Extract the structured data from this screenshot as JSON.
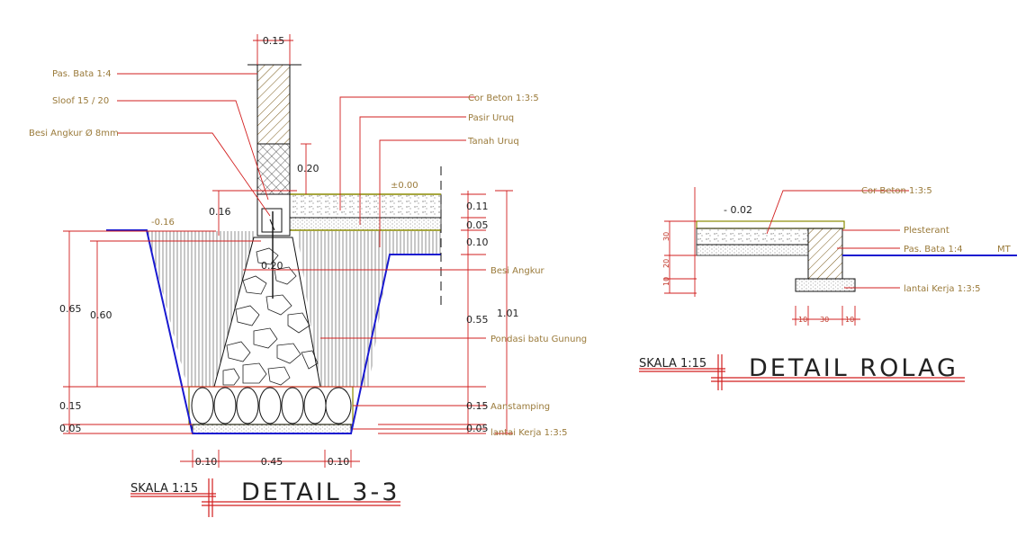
{
  "detail_33": {
    "title": "DETAIL  3-3",
    "scale": "SKALA 1:15",
    "labels": {
      "pas_bata": "Pas. Bata 1:4",
      "sloof": "Sloof 15 / 20",
      "besi_angkur_top": "Besi Angkur Ø 8mm",
      "cor_beton": "Cor Beton 1:3:5",
      "pasir_uruq": "Pasir Uruq",
      "tanah_uruq": "Tanah Uruq",
      "besi_angkur": "Besi Angkur",
      "pondasi": "Pondasi batu Gunung",
      "aanstamping": "Aanstamping",
      "lantai_kerja": "lantai Kerja 1:3:5"
    },
    "levels": {
      "zero": "±0.00",
      "minus": "-0.16"
    },
    "dims": {
      "top_width": "0.15",
      "h020": "0.20",
      "h016": "0.16",
      "w020": "0.20",
      "h065": "0.65",
      "h060": "0.60",
      "l015": "0.15",
      "l005": "0.05",
      "r011": "0.11",
      "r005a": "0.05",
      "r010": "0.10",
      "r055": "0.55",
      "r101": "1.01",
      "r015": "0.15",
      "r005b": "0.05",
      "b010a": "0.10",
      "b045": "0.45",
      "b010b": "0.10"
    }
  },
  "detail_rolag": {
    "title": "DETAIL  ROLAG",
    "scale": "SKALA 1:15",
    "level": "- 0.02",
    "labels": {
      "cor_beton": "Cor Beton 1:3:5",
      "plesterant": "Plesterant",
      "pas_bata": "Pas. Bata 1:4",
      "mt": "MT",
      "lantai_kerja": "lantai Kerja 1:3:5"
    },
    "dims": {
      "v30": "30",
      "v20": "20",
      "v10": "10",
      "h10a": "10",
      "h30": "30",
      "h10b": "10"
    }
  },
  "colors": {
    "leader": "#d21f1f",
    "ground": "#1a1ad0",
    "note": "#9a7a3a",
    "title_bar": "#d21f1f"
  }
}
